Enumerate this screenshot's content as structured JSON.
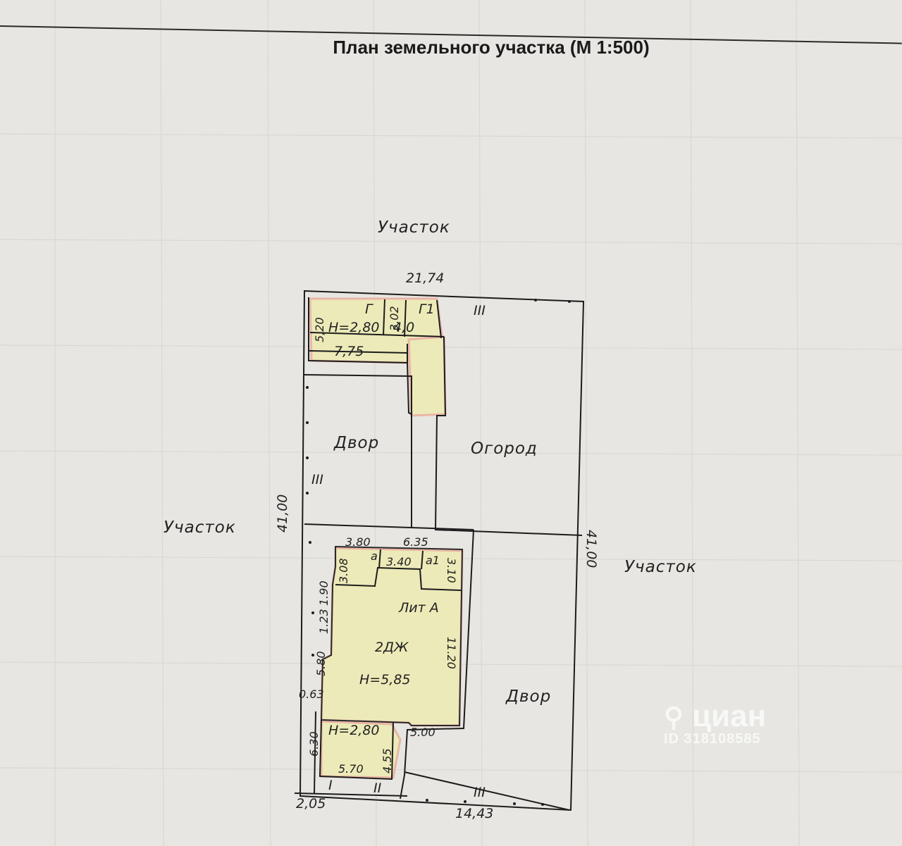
{
  "title": "План земельного участка (М 1:500)",
  "neighbors": {
    "top": "Участок",
    "left": "Участок",
    "right": "Участок"
  },
  "zones": {
    "yard_upper": "Двор",
    "garden": "Огород",
    "yard_lower": "Двор"
  },
  "fence_marks": {
    "top": "III",
    "left": "III",
    "bottom_right": "III",
    "bottom_left_1": "I",
    "bottom_left_2": "II"
  },
  "buildings": {
    "garage": {
      "letter": "Г",
      "height": "Н=2,80",
      "width": "7,75",
      "depth": "5,20"
    },
    "garage_annex": {
      "letter": "Г1",
      "height": "3,02",
      "width": "4,0"
    },
    "house": {
      "name": "Лит А",
      "type": "2ДЖ",
      "height": "Н=5,85",
      "porch_a": "а",
      "porch_a1": "а1"
    },
    "extension": {
      "height": "Н=2,80",
      "width": "5.70",
      "depth": "4.55"
    }
  },
  "dimensions": {
    "top": "21,74",
    "left": "41,00",
    "right": "41,00",
    "bottom_left": "2,05",
    "bottom_right": "14,43",
    "d_3_80": "3.80",
    "d_6_35": "6.35",
    "d_3_40": "3.40",
    "d_3_08": "3.08",
    "d_3_10": "3.10",
    "d_1_90": "1.90",
    "d_1_23": "1.23",
    "d_5_80": "5.80",
    "d_11_20": "11.20",
    "d_0_63": "0.63",
    "d_6_30": "6.30",
    "d_5_00": "5.00"
  },
  "watermark": {
    "brand": "циан",
    "id": "ID 318108585"
  },
  "colors": {
    "building_fill": "#eceab8",
    "building_outline": "#e9b6a6",
    "line": "#1c1c1c",
    "paper": "#e7e6e2"
  }
}
